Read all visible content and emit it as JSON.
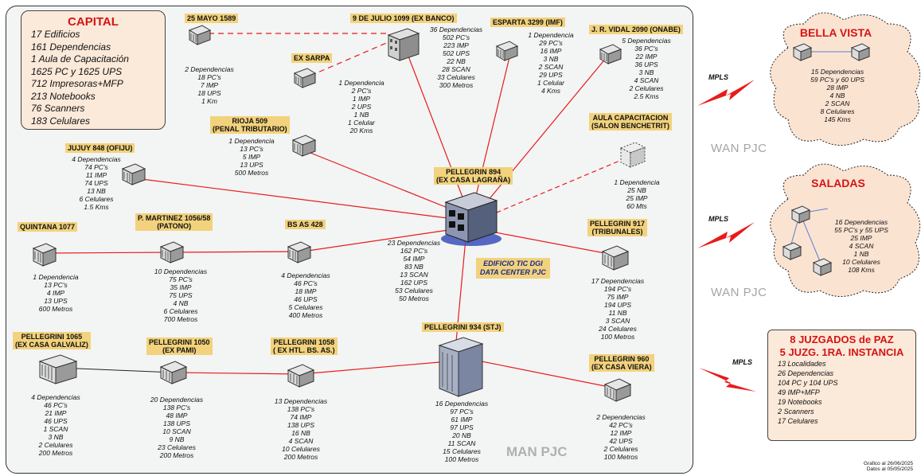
{
  "capital": {
    "title": "CAPITAL",
    "lines": [
      "17 Edificios",
      "161 Dependencias",
      "1 Aula de Capacitación",
      "1625 PC y 1625 UPS",
      "712 Impresoras+MFP",
      "213 Notebooks",
      "76 Scanners",
      "183 Celulares"
    ]
  },
  "sites": {
    "mayo": {
      "label": [
        "25 MAYO 1589"
      ],
      "stats": [
        "2 Dependencias",
        "18 PC's",
        "7 IMP",
        "18 UPS",
        "1 Km"
      ]
    },
    "banco": {
      "label": [
        "9 DE JULIO 1099 (EX BANCO)"
      ],
      "stats": [
        "36 Dependencias",
        "502 PC's",
        "223 IMP",
        "502 UPS",
        "22 NB",
        "28 SCAN",
        "33 Celulares",
        "300 Metros"
      ]
    },
    "sarpa": {
      "label": [
        "EX SARPA"
      ],
      "stats": [
        "1 Dependencia",
        "2 PC's",
        "1 IMP",
        "2 UPS",
        "1 NB",
        "1 Celular",
        "20 Kms"
      ]
    },
    "esparta": {
      "label": [
        "ESPARTA 3299 (IMF)"
      ],
      "stats": [
        "1 Dependencia",
        "29 PC's",
        "16 IMP",
        "3 NB",
        "2 SCAN",
        "29 UPS",
        "1 Celular",
        "4 Kms"
      ]
    },
    "vidal": {
      "label": [
        "J. R. VIDAL 2090 (ONABE)"
      ],
      "stats": [
        "5 Dependencias",
        "36 PC's",
        "22 IMP",
        "36 UPS",
        "3 NB",
        "4 SCAN",
        "2 Celulares",
        "2.5 Kms"
      ]
    },
    "rioja": {
      "label": [
        "RIOJA 509",
        "(PENAL TRIBUTARIO)"
      ],
      "stats": [
        "1 Dependencia",
        "13 PC's",
        "5 IMP",
        "13 UPS",
        "500 Metros"
      ]
    },
    "aula": {
      "label": [
        "AULA CAPACITACION",
        "(SALON BENCHETRIT)"
      ],
      "stats": [
        "1 Dependencia",
        "25 NB",
        "25 IMP",
        "60 Mts"
      ]
    },
    "jujuy": {
      "label": [
        "JUJUY 848 (OFIJU)"
      ],
      "stats": [
        "4 Dependencias",
        "74 PC's",
        "11 IMP",
        "74 UPS",
        "13 NB",
        "6 Celulares",
        "1.5 Kms"
      ]
    },
    "p894": {
      "label": [
        "PELLEGRIN 894",
        "(EX CASA LAGRAÑA)"
      ],
      "stats": [
        "23 Dependencias",
        "162 PC's",
        "54 IMP",
        "83 NB",
        "13 SCAN",
        "162 UPS",
        "53 Celulares",
        "50 Metros"
      ]
    },
    "quintana": {
      "label": [
        "QUINTANA 1077"
      ],
      "stats": [
        "1 Dependencia",
        "13 PC's",
        "4 IMP",
        "13 UPS",
        "600 Metros"
      ]
    },
    "martinez": {
      "label": [
        "P. MARTINEZ 1056/58",
        "(PATONO)"
      ],
      "stats": [
        "10 Dependencias",
        "75 PC's",
        "35 IMP",
        "75 UPS",
        "4 NB",
        "6 Celulares",
        "700 Metros"
      ]
    },
    "bsas": {
      "label": [
        "BS AS 428"
      ],
      "stats": [
        "4 Dependencias",
        "46 PC's",
        "18 IMP",
        "46 UPS",
        "5 Celulares",
        "400 Metros"
      ]
    },
    "p917": {
      "label": [
        "PELLEGRIN 917",
        "(TRIBUNALES)"
      ],
      "stats": [
        "17 Dependencias",
        "194 PC's",
        "75 IMP",
        "194 UPS",
        "11 NB",
        "3 SCAN",
        "24 Celulares",
        "100 Metros"
      ]
    },
    "p1065": {
      "label": [
        "PELLEGRINI 1065",
        "(EX CASA GALVALIZ)"
      ],
      "stats": [
        "4 Dependencias",
        "46 PC's",
        "21 IMP",
        "46 UPS",
        "1 SCAN",
        "3 NB",
        "2 Celulares",
        "200 Metros"
      ]
    },
    "p1050": {
      "label": [
        "PELLEGRINI 1050",
        "(EX PAMI)"
      ],
      "stats": [
        "20 Dependencias",
        "138 PC's",
        "48 IMP",
        "138 UPS",
        "10 SCAN",
        "9 NB",
        "23 Celulares",
        "200 Metros"
      ]
    },
    "p1058": {
      "label": [
        "PELLEGRINI 1058",
        "( EX HTL. BS. AS.)"
      ],
      "stats": [
        "13 Dependencias",
        "138 PC's",
        "74 IMP",
        "138 UPS",
        "16 NB",
        "4 SCAN",
        "10 Celulares",
        "200 Metros"
      ]
    },
    "p934": {
      "label": [
        "PELLEGRINI 934 (STJ)"
      ],
      "stats": [
        "16 Dependencias",
        "97 PC's",
        "61 IMP",
        "97 UPS",
        "20 NB",
        "11 SCAN",
        "15 Celulares",
        "100 Metros"
      ]
    },
    "p960": {
      "label": [
        "PELLEGRIN 960",
        "(EX CASA VIERA)"
      ],
      "stats": [
        "2 Dependencias",
        "42 PC's",
        "12 IMP",
        "42 UPS",
        "2 Celulares",
        "100 Metros"
      ]
    }
  },
  "datacenter": [
    "EDIFICIO TIC DGI",
    "DATA CENTER PJC"
  ],
  "bella": {
    "title": "BELLA VISTA",
    "stats": [
      "15 Dependencias",
      "59 PC's y 60 UPS",
      "28 IMP",
      "4 NB",
      "2 SCAN",
      "8 Celulares",
      "145 Kms"
    ]
  },
  "saladas": {
    "title": "SALADAS",
    "stats": [
      "16 Dependencias",
      "55 PC's y 55 UPS",
      "25 IMP",
      "4 SCAN",
      "1 NB",
      "10 Celulares",
      "108 Kms"
    ]
  },
  "juzgados": {
    "title": [
      "8 JUZGADOS de PAZ",
      "5 JUZG. 1RA. INSTANCIA"
    ],
    "lines": [
      "13 Localidades",
      "26 Dependencias",
      "104 PC y 104 UPS",
      "49 IMP+MFP",
      "19 Notebooks",
      "2 Scanners",
      "17 Celulares"
    ]
  },
  "wan_label": "WAN PJC",
  "man_label": "MAN PJC",
  "mpls_label": "MPLS",
  "credits": [
    "Grafico al 26/06/2025",
    "Datos al 05/05/2025"
  ],
  "colors": {
    "link": "#e81b1b",
    "label_bg": "#f2d27c",
    "accent_red": "#d41414",
    "cloud": "#fbe3d2",
    "capital_bg": "#fbe9d9"
  }
}
